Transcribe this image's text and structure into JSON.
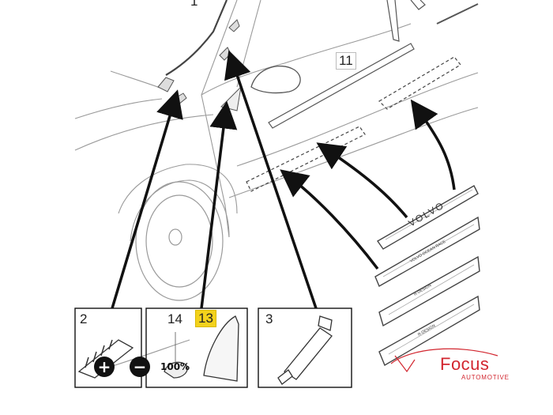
{
  "callouts": {
    "c1": "1",
    "c11": "11",
    "c2": "2",
    "c14": "14",
    "c13": "13",
    "c3": "3"
  },
  "sill_text": {
    "volvo": "VOLVO",
    "ocean_race": "VOLVO OCEAN RACE",
    "r_design_1": "R-DESIGN",
    "r_design_2": "R-DESIGN"
  },
  "zoom": {
    "zoom_in_label": "+",
    "zoom_out_label": "−",
    "level": "100%"
  },
  "logo": {
    "name": "Focus",
    "sub": "AUTOMOTIVE"
  },
  "colors": {
    "highlight": "#f3d21c",
    "logo_red": "#d2262f",
    "line": "#111111"
  }
}
